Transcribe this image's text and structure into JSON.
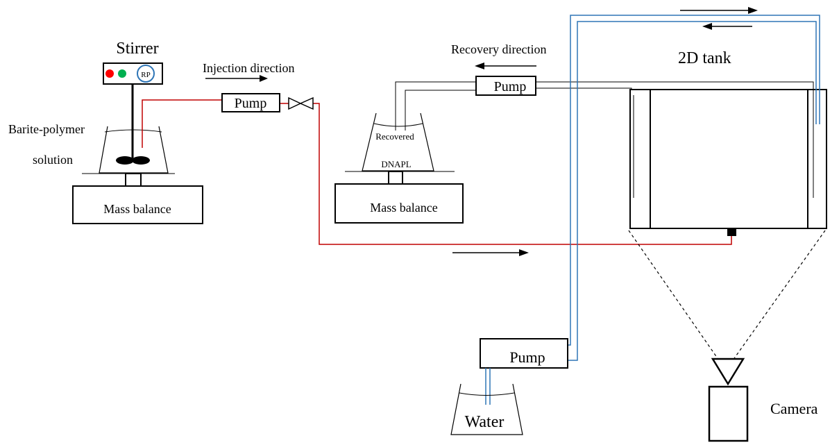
{
  "labels": {
    "stirrer": "Stirrer",
    "stirrer_badge": "RP",
    "injection_direction": "Injection direction",
    "recovery_direction": "Recovery direction",
    "tank": "2D tank",
    "barite_polymer": "Barite-polymer",
    "solution": "solution",
    "mass_balance_left": "Mass balance",
    "mass_balance_mid": "Mass balance",
    "recovered": "Recovered",
    "dnapl": "DNAPL",
    "pump_injection": "Pump",
    "pump_recovery": "Pump",
    "pump_water": "Pump",
    "water": "Water",
    "camera": "Camera"
  },
  "colors": {
    "injection_line": "#c00000",
    "water_line": "#2e75b6",
    "recovery_line": "#000000",
    "indicator_red": "#ff0000",
    "indicator_green": "#00b050",
    "badge_ring": "#2e75b6"
  }
}
